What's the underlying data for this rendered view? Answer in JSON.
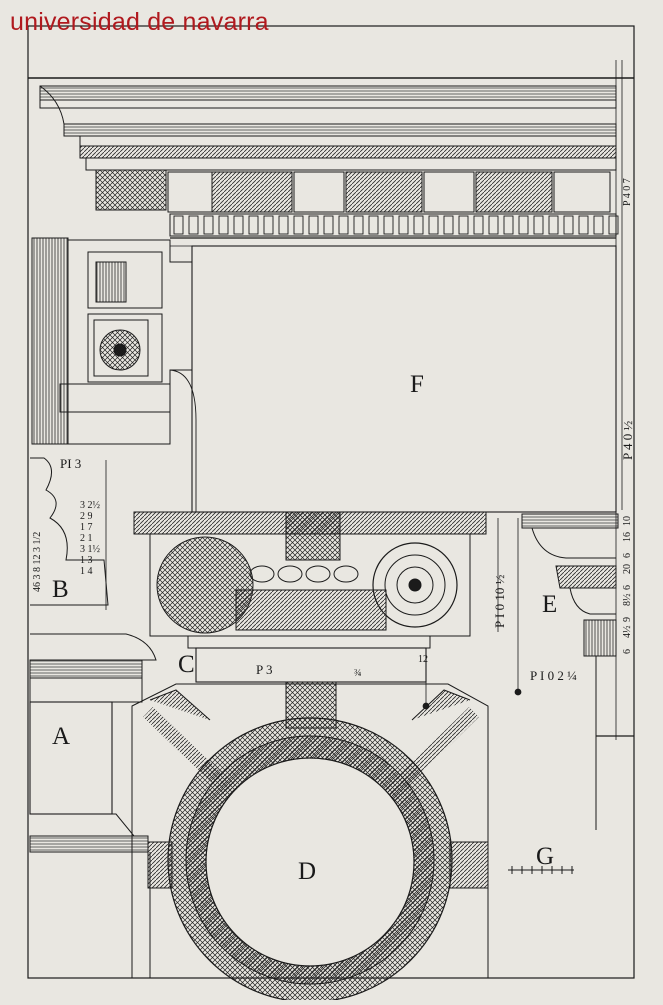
{
  "watermark": "universidad de navarra",
  "plate": {
    "letters": {
      "a": "A",
      "b": "B",
      "c": "C",
      "d": "D",
      "e": "E",
      "f": "F",
      "g": "G"
    },
    "measures": {
      "pi3_top": "PI 3",
      "p3_capital": "P 3",
      "p10_half": "P I 0 10 ½",
      "pi2_quarter": "P I 0 2 ¼",
      "p4_half": "P 4 0 ½",
      "p4_0_7": "P 4 0 7",
      "num_12": "12",
      "num_3_4": "¾",
      "b_scale_left": "46 3 8 12 3 1/2",
      "b_scale_right": [
        "3 2½",
        "2 9",
        "1 7",
        "2 1",
        "3 1½",
        "1 3",
        "1 4"
      ],
      "e_scale": [
        "10",
        "16",
        "6",
        "20",
        "6",
        "8½",
        "9",
        "4½",
        "6"
      ]
    }
  },
  "colors": {
    "paper": "#e9e7e1",
    "ink": "#1b1b1b",
    "watermark": "#b0191e"
  }
}
